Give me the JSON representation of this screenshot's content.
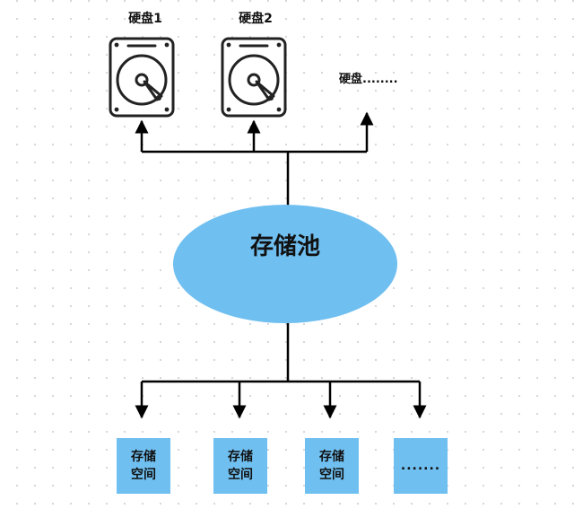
{
  "disks": [
    {
      "label": "硬盘1"
    },
    {
      "label": "硬盘2"
    }
  ],
  "disk_more": "硬盘........",
  "pool": {
    "label": "存储池",
    "color": "#6fbff0"
  },
  "spaces": [
    {
      "label": "存储空间"
    },
    {
      "label": "存储空间"
    },
    {
      "label": "存储空间"
    },
    {
      "label": "......."
    }
  ],
  "icons": {
    "disk": "hard-drive-icon"
  },
  "line_color": "#000000"
}
